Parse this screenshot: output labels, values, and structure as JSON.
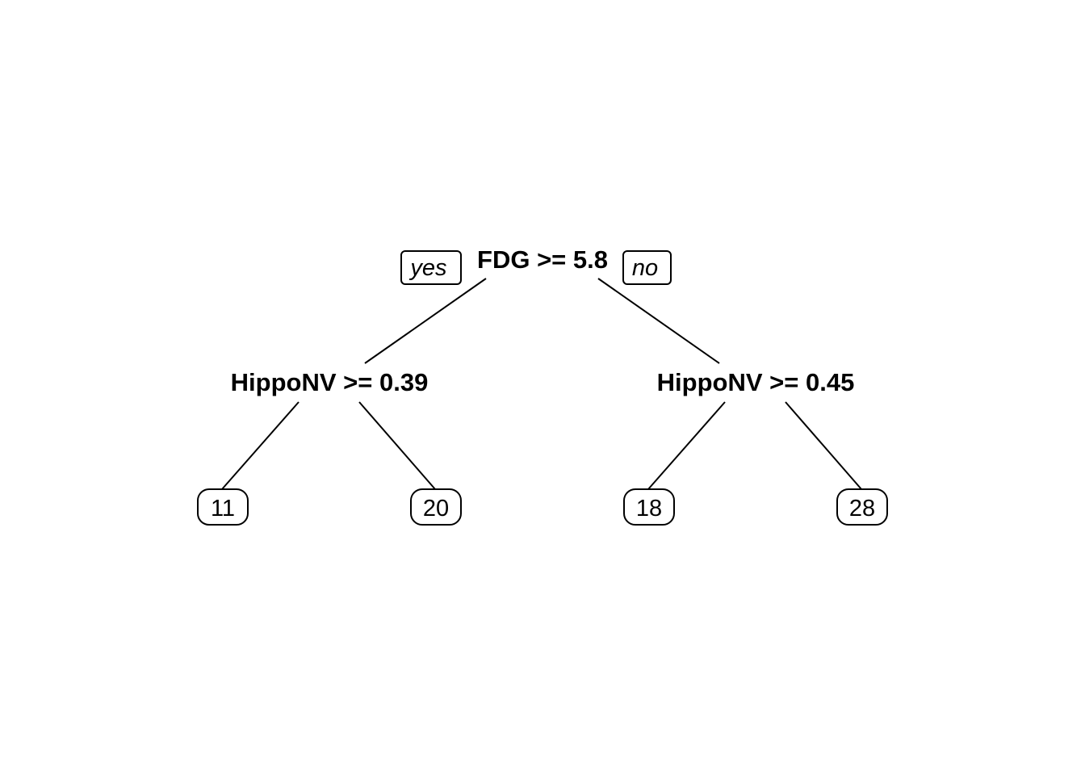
{
  "tree": {
    "root": {
      "label": "FDG >= 5.8",
      "yes_label": "yes",
      "no_label": "no"
    },
    "left_split": {
      "label": "HippoNV >= 0.39"
    },
    "right_split": {
      "label": "HippoNV >= 0.45"
    },
    "leaves": [
      "11",
      "20",
      "18",
      "28"
    ]
  }
}
